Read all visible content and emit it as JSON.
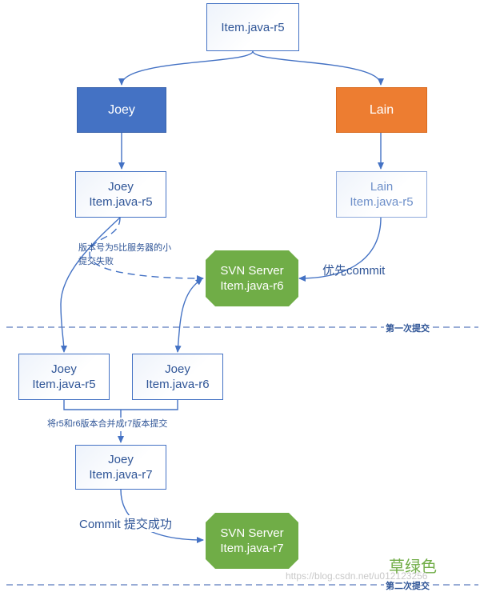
{
  "nodes": {
    "top_file": "Item.java-r5",
    "joey": "Joey",
    "lain": "Lain",
    "joey_copy": {
      "name": "Joey",
      "file": "Item.java-r5"
    },
    "lain_copy": {
      "name": "Lain",
      "file": "Item.java-r5"
    },
    "server_r6": {
      "name": "SVN Server",
      "file": "Item.java-r6"
    },
    "joey_r5_local": {
      "name": "Joey",
      "file": "Item.java-r5"
    },
    "joey_r6_local": {
      "name": "Joey",
      "file": "Item.java-r6"
    },
    "joey_r7": {
      "name": "Joey",
      "file": "Item.java-r7"
    },
    "server_r7": {
      "name": "SVN Server",
      "file": "Item.java-r7"
    }
  },
  "labels": {
    "commit_fail_line1": "版本号为5比服务器的小",
    "commit_fail_line2": "提交失败",
    "lain_commit_first": "优先commit",
    "first_commit": "第一次提交",
    "merge": "将r5和r6版本合并成r7版本提交",
    "commit_success": "Commit 提交成功",
    "second_commit": "第二次提交",
    "grass_green": "草绿色",
    "watermark": "https://blog.csdn.net/u012123256"
  },
  "colors": {
    "blue": "#4472c4",
    "orange": "#ed7d31",
    "green": "#70ad47",
    "text_blue": "#2f5597"
  }
}
